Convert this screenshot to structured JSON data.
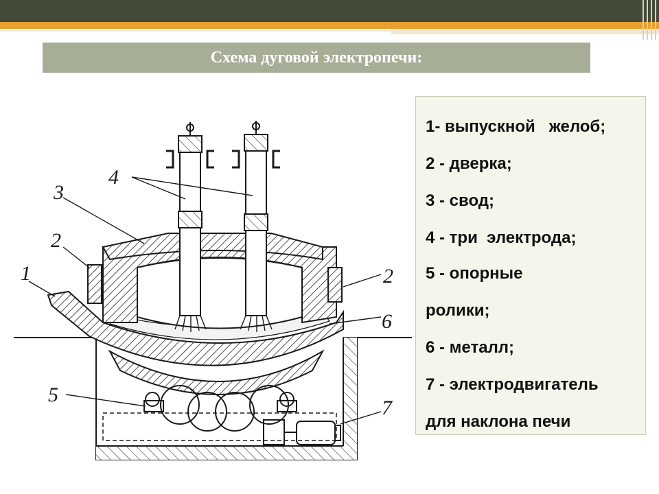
{
  "slide": {
    "title": "Схема дуговой электропечи:"
  },
  "legend": {
    "lines": [
      "1- выпускной   желоб;",
      "2 - дверка;",
      "3 - свод;",
      "4 - три  электрода;",
      "5 - опорные",
      "ролики;",
      "6 - металл;",
      "7 - электродвигатель",
      "для наклона печи"
    ]
  },
  "diagram": {
    "callouts": [
      "1",
      "2",
      "3",
      "4",
      "5",
      "6",
      "2",
      "7"
    ]
  },
  "colors": {
    "header_dark": "#434a38",
    "header_accent": "#e8a02f",
    "title_bg": "#a7ae98",
    "legend_bg": "#f4f6ec"
  }
}
